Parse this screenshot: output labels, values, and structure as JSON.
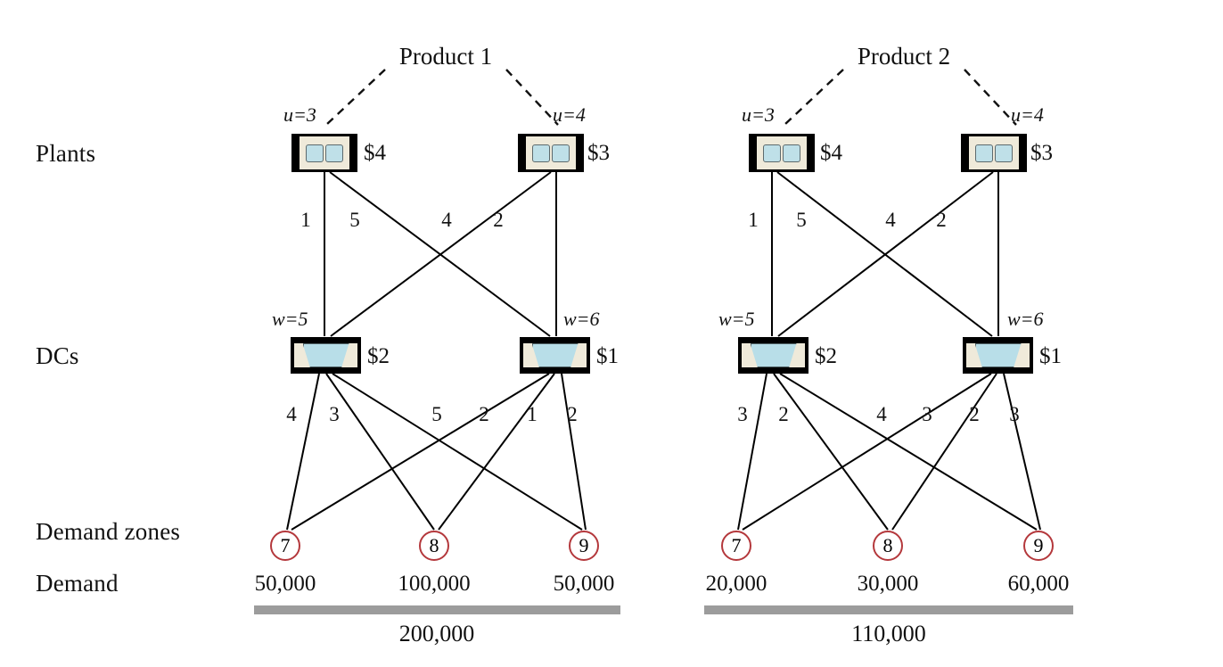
{
  "figure": {
    "row_labels": {
      "plants": "Plants",
      "dcs": "DCs",
      "demand_zones": "Demand zones",
      "demand": "Demand"
    }
  },
  "panels": [
    {
      "id": "product-1",
      "title": "Product 1",
      "plants": [
        {
          "id": "p1",
          "capacity_label": "u=3",
          "cost_label": "$4"
        },
        {
          "id": "p2",
          "capacity_label": "u=4",
          "cost_label": "$3"
        }
      ],
      "dcs": [
        {
          "id": "d1",
          "capacity_label": "w=5",
          "cost_label": "$2"
        },
        {
          "id": "d2",
          "capacity_label": "w=6",
          "cost_label": "$1"
        }
      ],
      "zones": [
        {
          "id": "z7",
          "label": "7",
          "demand": "50,000"
        },
        {
          "id": "z8",
          "label": "8",
          "demand": "100,000"
        },
        {
          "id": "z9",
          "label": "9",
          "demand": "50,000"
        }
      ],
      "plant_dc_costs": [
        {
          "from": "p1",
          "to": "d1",
          "cost": "1"
        },
        {
          "from": "p1",
          "to": "d2",
          "cost": "5"
        },
        {
          "from": "p2",
          "to": "d1",
          "cost": "4"
        },
        {
          "from": "p2",
          "to": "d2",
          "cost": "2"
        }
      ],
      "dc_zone_costs": [
        {
          "from": "d1",
          "to": "z7",
          "cost": "4"
        },
        {
          "from": "d1",
          "to": "z8",
          "cost": "3"
        },
        {
          "from": "d1",
          "to": "z9",
          "cost": "5"
        },
        {
          "from": "d2",
          "to": "z7",
          "cost": "2"
        },
        {
          "from": "d2",
          "to": "z8",
          "cost": "1"
        },
        {
          "from": "d2",
          "to": "z9",
          "cost": "2"
        }
      ],
      "total_demand": "200,000"
    },
    {
      "id": "product-2",
      "title": "Product 2",
      "plants": [
        {
          "id": "p1",
          "capacity_label": "u=3",
          "cost_label": "$4"
        },
        {
          "id": "p2",
          "capacity_label": "u=4",
          "cost_label": "$3"
        }
      ],
      "dcs": [
        {
          "id": "d1",
          "capacity_label": "w=5",
          "cost_label": "$2"
        },
        {
          "id": "d2",
          "capacity_label": "w=6",
          "cost_label": "$1"
        }
      ],
      "zones": [
        {
          "id": "z7",
          "label": "7",
          "demand": "20,000"
        },
        {
          "id": "z8",
          "label": "8",
          "demand": "30,000"
        },
        {
          "id": "z9",
          "label": "9",
          "demand": "60,000"
        }
      ],
      "plant_dc_costs": [
        {
          "from": "p1",
          "to": "d1",
          "cost": "1"
        },
        {
          "from": "p1",
          "to": "d2",
          "cost": "5"
        },
        {
          "from": "p2",
          "to": "d1",
          "cost": "4"
        },
        {
          "from": "p2",
          "to": "d2",
          "cost": "2"
        }
      ],
      "dc_zone_costs": [
        {
          "from": "d1",
          "to": "z7",
          "cost": "3"
        },
        {
          "from": "d1",
          "to": "z8",
          "cost": "2"
        },
        {
          "from": "d1",
          "to": "z9",
          "cost": "4"
        },
        {
          "from": "d2",
          "to": "z7",
          "cost": "3"
        },
        {
          "from": "d2",
          "to": "z8",
          "cost": "2"
        },
        {
          "from": "d2",
          "to": "z9",
          "cost": "3"
        }
      ],
      "total_demand": "110,000"
    }
  ],
  "colors": {
    "plant_fill": "#efeada",
    "plant_window": "#bfe0e8",
    "dc_fill": "#b8dee8",
    "zone_stroke": "#b4383c",
    "total_bar": "#9c9c9c",
    "edge": "#000000"
  }
}
